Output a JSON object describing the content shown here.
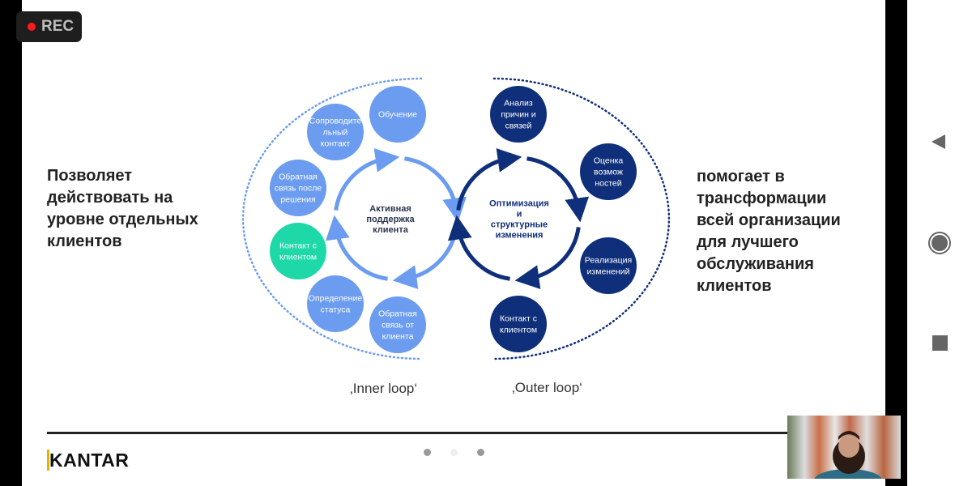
{
  "recording": {
    "label": "REC",
    "dot_color": "#ff1a1a"
  },
  "slide": {
    "left_text": [
      "Позволяет",
      "действовать на",
      "уровне отдельных",
      "клиентов"
    ],
    "right_text": [
      "помогает  в",
      "трансформации",
      "всей организации",
      "для лучшего",
      "обслуживания",
      "клиентов"
    ],
    "inner_loop": {
      "label": "‚Inner loop‘",
      "center": [
        "Активная",
        "поддержка",
        "клиента"
      ],
      "color": "#6b9cf0",
      "highlight_color": "#1ed8a8",
      "nodes": [
        {
          "lines": [
            "Обучение"
          ]
        },
        {
          "lines": [
            "Сопроводите",
            "льный",
            "контакт"
          ]
        },
        {
          "lines": [
            "Обратная",
            "связь после",
            "решения"
          ]
        },
        {
          "lines": [
            "Контакт с",
            "клиентом"
          ]
        },
        {
          "lines": [
            "Определение",
            "статуса"
          ]
        },
        {
          "lines": [
            "Обратная",
            "связь от",
            "клиента"
          ]
        }
      ]
    },
    "outer_loop": {
      "label": "‚Outer loop‘",
      "center": [
        "Оптимизация",
        "и",
        "структурные",
        "изменения"
      ],
      "color": "#0f2f7a",
      "nodes": [
        {
          "lines": [
            "Анализ",
            "причин и",
            "связей"
          ]
        },
        {
          "lines": [
            "Оценка",
            "возмож",
            "ностей"
          ]
        },
        {
          "lines": [
            "Реализация",
            "изменений"
          ]
        },
        {
          "lines": [
            "Контакт с",
            "клиентом"
          ]
        }
      ]
    },
    "logo": "KANTAR",
    "pagination": {
      "count": 3,
      "current": 2
    }
  },
  "nav": {
    "back": "back-icon",
    "home": "home-icon",
    "recents": "recents-icon"
  }
}
